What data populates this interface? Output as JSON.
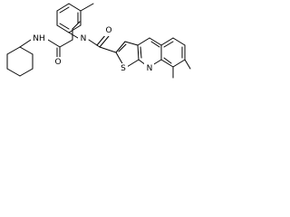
{
  "atoms": {
    "nh": "NH",
    "carbonyl_o_left": "O",
    "amide_n": "N",
    "carbonyl_o_right": "O",
    "thiophene_s": "S",
    "quinoline_n": "N"
  }
}
